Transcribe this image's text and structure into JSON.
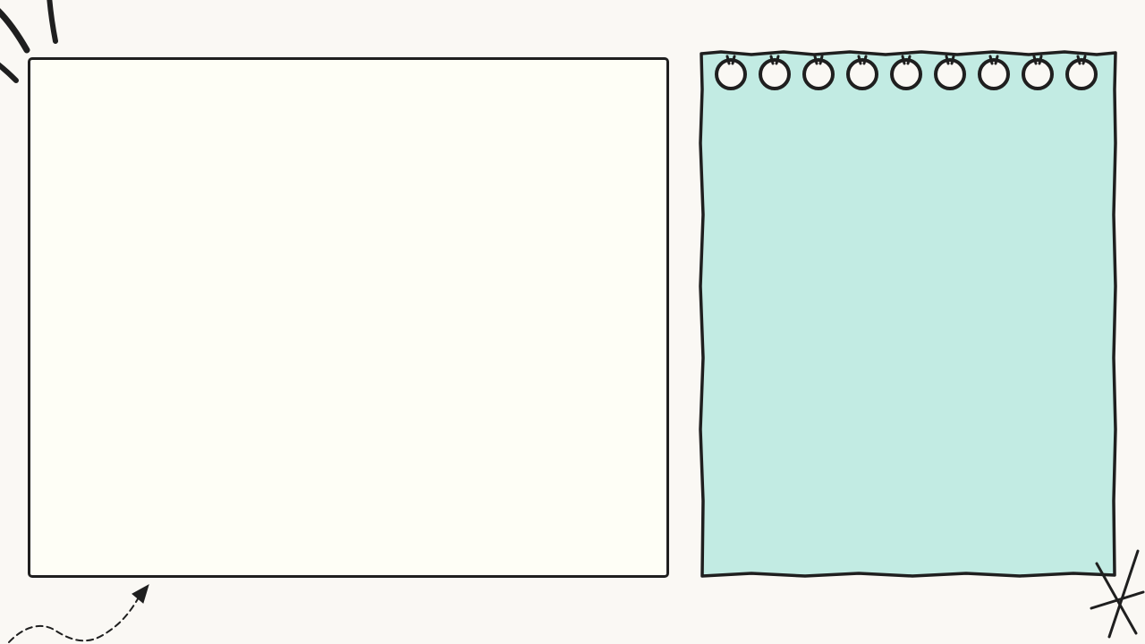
{
  "colors": {
    "background": "#faf8f4",
    "frame_fill": "#fefef6",
    "note_fill": "#c2ebe3",
    "ink": "#1f1f1f"
  },
  "elements": {
    "blank_frame": {
      "shape": "rounded-rectangle",
      "content": ""
    },
    "note_paper": {
      "shape": "spiral-notepad-sheet",
      "spiral_hole_count": 9,
      "content": ""
    },
    "decorations": [
      "sunburst-doodle",
      "dashed-arrow-doodle",
      "asterisk-doodle"
    ]
  }
}
